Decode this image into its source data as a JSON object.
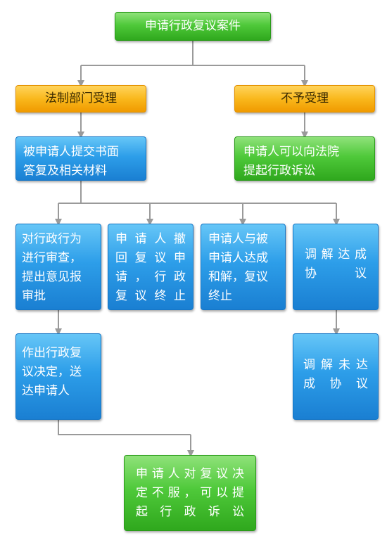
{
  "nodes": {
    "start": "申请行政复议案件",
    "accept": "法制部门受理",
    "reject": "不予受理",
    "reply": "被申请人提交书面\n答复及相关材料",
    "lawsuit1": "申请人可以向法院\n提起行政诉讼",
    "review": "对行政行为\n进行审查，\n提出意见报\n审批",
    "withdraw": "申请人撤\n回复议申\n请，行政\n复议终止",
    "settle": "申请人与被\n申请人达成\n和解，复议\n终止",
    "mediate": "调解达成\n协议",
    "decision": "作出行政复\n议决定，送\n达申请人",
    "mediate_fail": "调解未达\n成协议",
    "lawsuit2": "申请人对复议决\n定不服，可以提\n起行政诉讼"
  },
  "colors": {
    "green": "#4fc93a",
    "orange": "#f9b81c",
    "blue": "#2d9ee9",
    "connector": "#9a9a9a"
  }
}
